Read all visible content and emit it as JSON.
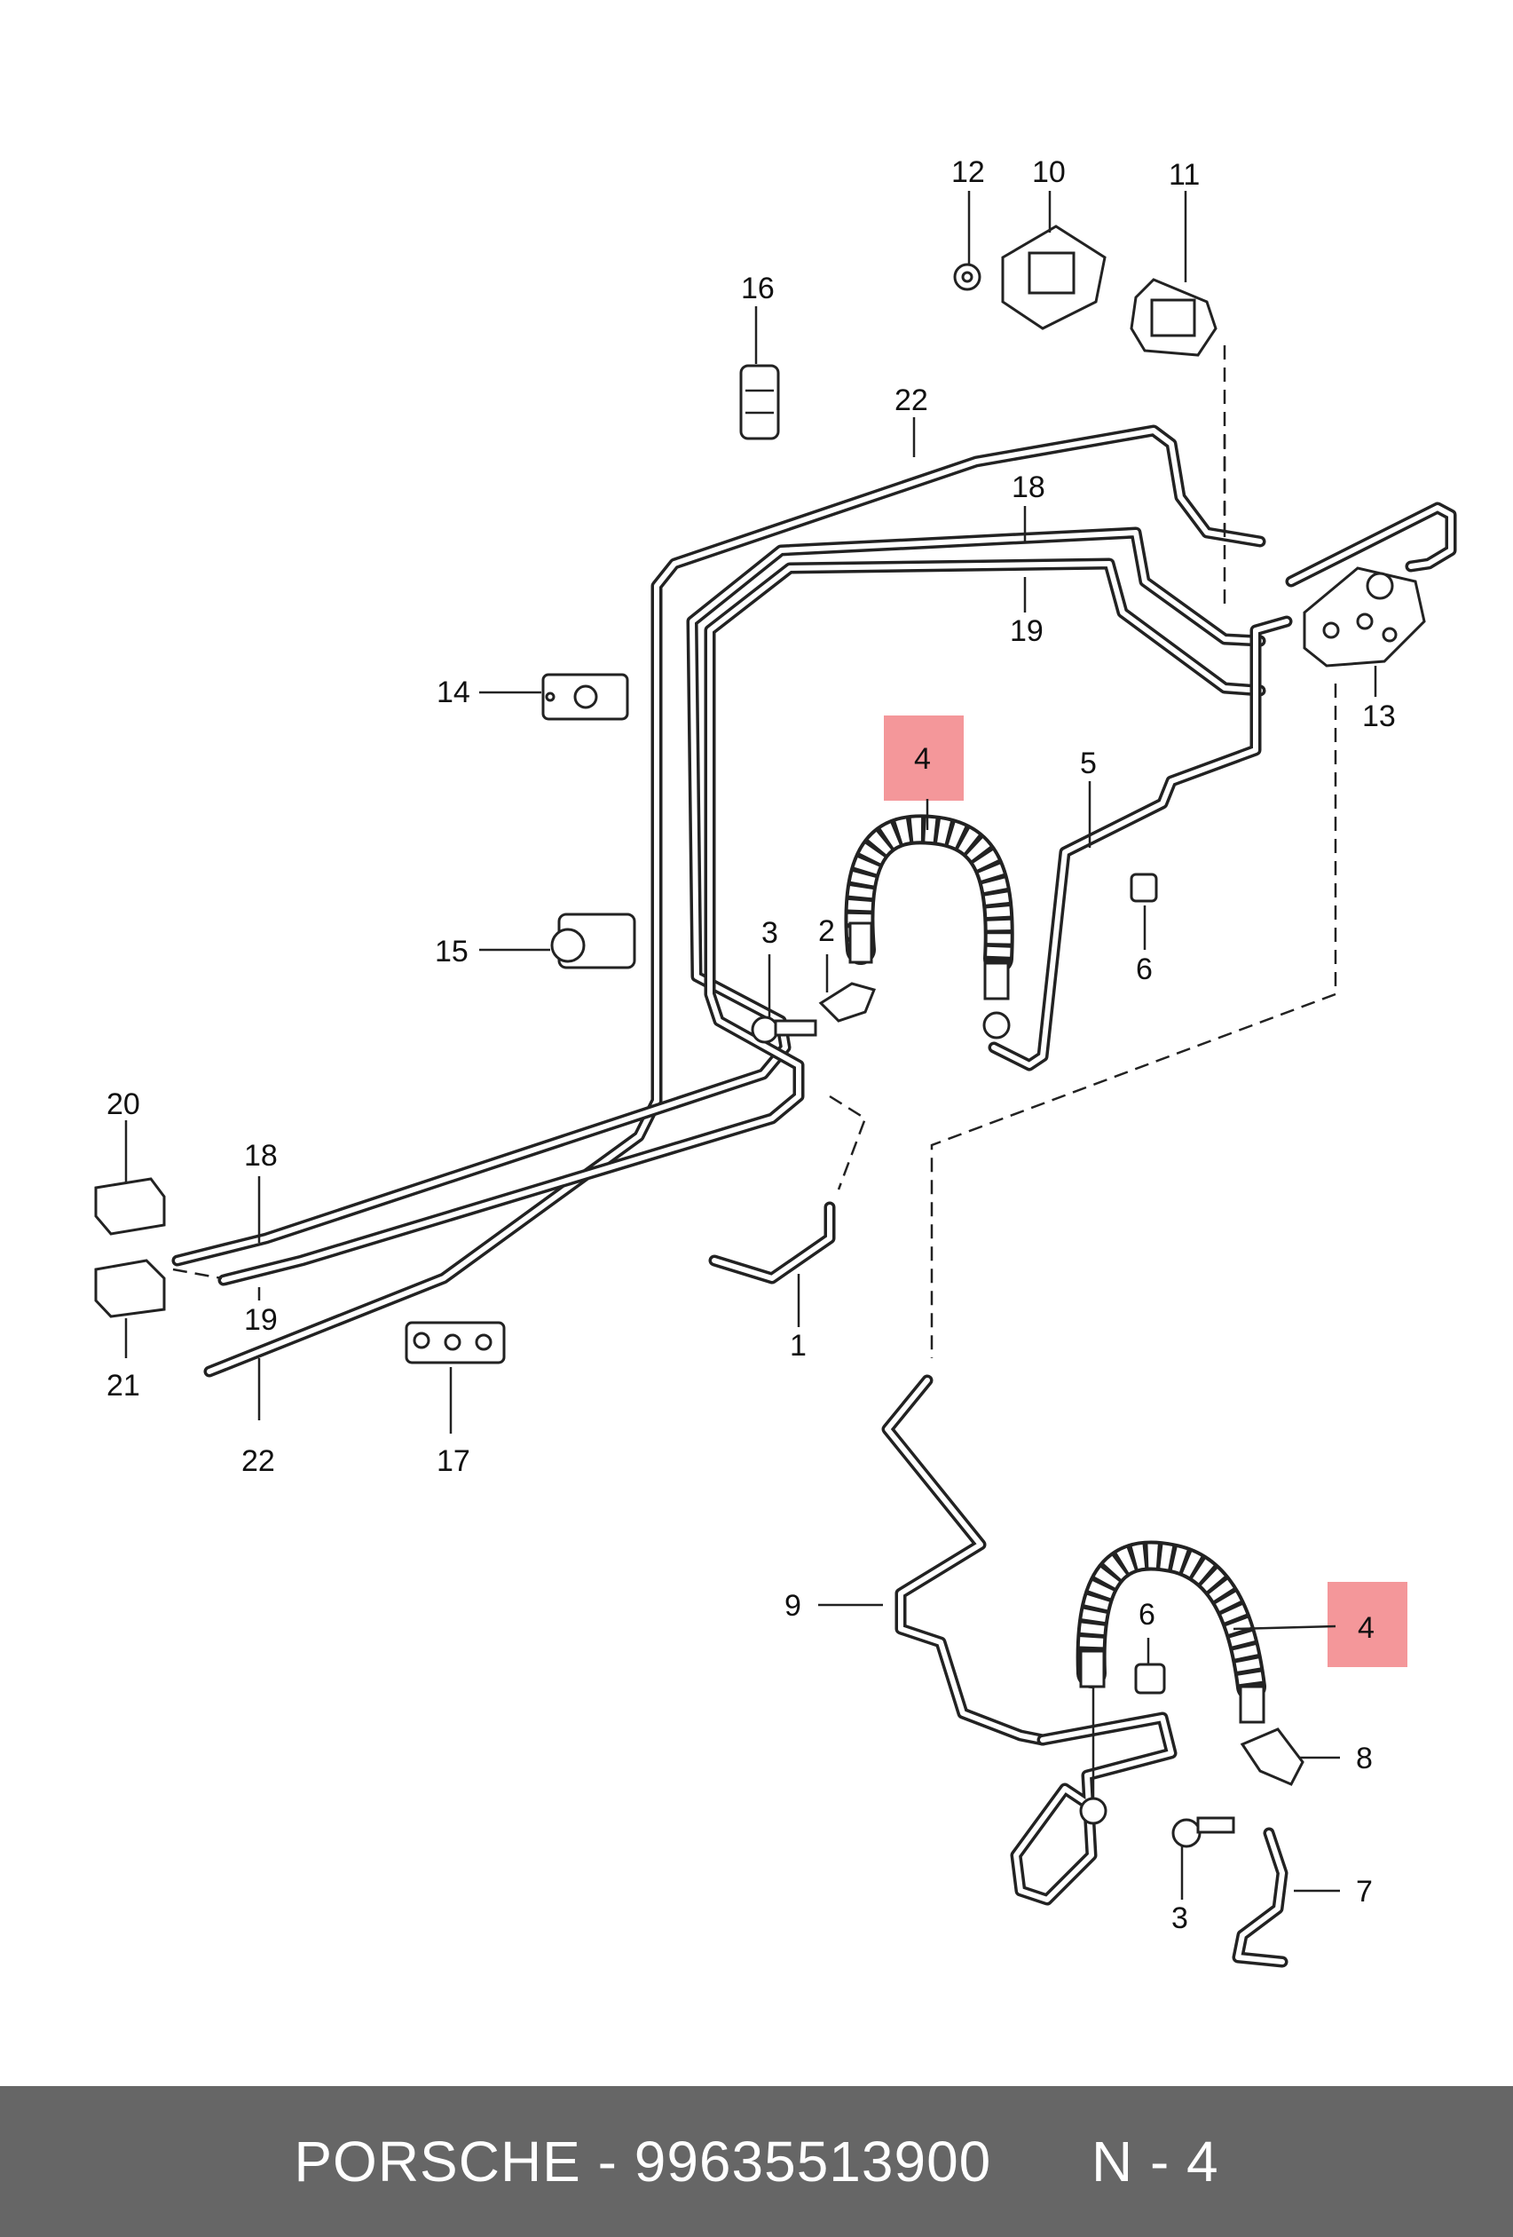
{
  "footer": {
    "brand": "PORSCHE",
    "separator": " - ",
    "part_number": "99635513900",
    "position": "N - 4"
  },
  "highlight_color": "#f4979a",
  "callouts": {
    "c1": "1",
    "c2": "2",
    "c3a": "3",
    "c3b": "3",
    "c4a": "4",
    "c4b": "4",
    "c5": "5",
    "c6a": "6",
    "c6b": "6",
    "c7": "7",
    "c8": "8",
    "c9": "9",
    "c10": "10",
    "c11": "11",
    "c12": "12",
    "c13": "13",
    "c14": "14",
    "c15": "15",
    "c16": "16",
    "c17": "17",
    "c18a": "18",
    "c18b": "18",
    "c19a": "19",
    "c19b": "19",
    "c20": "20",
    "c21": "21",
    "c22a": "22",
    "c22b": "22"
  }
}
